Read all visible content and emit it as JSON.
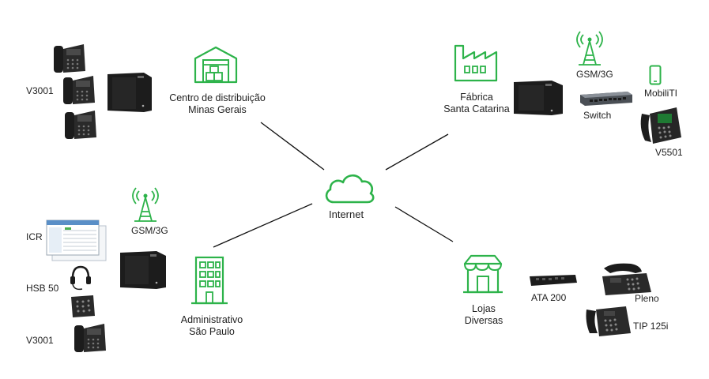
{
  "center": {
    "label": "Internet"
  },
  "sites": {
    "nw": {
      "line1": "Centro de distribuição",
      "line2": "Minas Gerais"
    },
    "ne": {
      "line1": "Fábrica",
      "line2": "Santa Catarina"
    },
    "sw": {
      "line1": "Administrativo",
      "line2": "São Paulo"
    },
    "se": {
      "line1": "Lojas",
      "line2": "Diversas"
    }
  },
  "devices": {
    "nw_phone": "V3001",
    "ne_gsm": "GSM/3G",
    "ne_mobile": "MobiliTI",
    "ne_switch": "Switch",
    "ne_phone": "V5501",
    "sw_gsm": "GSM/3G",
    "sw_icr": "ICR",
    "sw_headset": "HSB 50",
    "sw_phone": "V3001",
    "se_ata": "ATA 200",
    "se_pleno": "Pleno",
    "se_tip": "TIP 125i"
  },
  "colors": {
    "accent": "#2db34a",
    "device": "#1c1c1c",
    "line": "#111111"
  },
  "icons": [
    "cloud-icon",
    "warehouse-icon",
    "factory-icon",
    "office-building-icon",
    "store-icon",
    "cell-tower-icon",
    "smartphone-icon",
    "ip-phone-icon",
    "pbx-unit-icon",
    "network-switch-icon",
    "headset-icon",
    "software-window-icon",
    "ata-device-icon",
    "desk-phone-icon"
  ]
}
